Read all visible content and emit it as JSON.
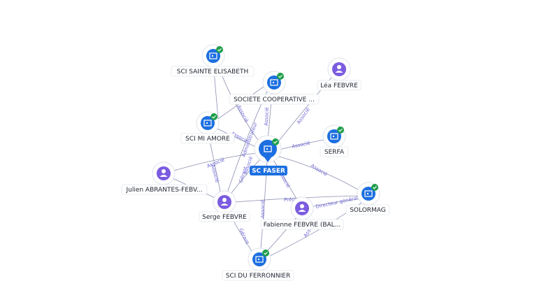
{
  "graph": {
    "accent_company": "#1c6fe0",
    "accent_person": "#7b5ce0",
    "verified_color": "#1e9e4a",
    "center": {
      "label": "SC FASER",
      "icon": "company-icon"
    },
    "nodes": [
      {
        "id": "sci-sainte-elisabeth",
        "label": "SCI SAINTE ELISABETH",
        "kind": "company",
        "verified": true
      },
      {
        "id": "societe-cooperative",
        "label": "SOCIETE COOPERATIVE ...",
        "kind": "company",
        "verified": true
      },
      {
        "id": "lea-febvre",
        "label": "Léa FEBVRE",
        "kind": "person",
        "verified": false
      },
      {
        "id": "sci-mi-amore",
        "label": "SCI MI AMORE",
        "kind": "company",
        "verified": true
      },
      {
        "id": "serfa",
        "label": "SERFA",
        "kind": "company",
        "verified": true
      },
      {
        "id": "julien-abrantes",
        "label": "Julien ABRANTES-FEBV...",
        "kind": "person",
        "verified": false
      },
      {
        "id": "solormag",
        "label": "SOLORMAG",
        "kind": "company",
        "verified": true
      },
      {
        "id": "serge-febvre",
        "label": "Serge FEBVRE",
        "kind": "person",
        "verified": false
      },
      {
        "id": "fabienne-febvre",
        "label": "Fabienne FEBVRE (BAL...",
        "kind": "person",
        "verified": false
      },
      {
        "id": "sci-du-ferronnier",
        "label": "SCI DU FERRONNIER",
        "kind": "company",
        "verified": true
      }
    ],
    "edge_labels": {
      "associe": "Associé",
      "administrateur": "Administrateur",
      "gerant": "Gérant",
      "president": "Président",
      "directeur_general": "Directeur général"
    }
  }
}
